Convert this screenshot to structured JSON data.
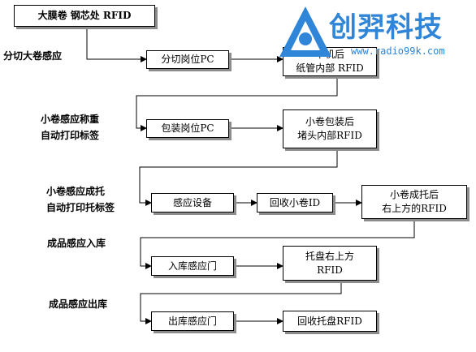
{
  "brand": {
    "name": "创羿科技",
    "url": "www.radio99k.com",
    "color": "#2f86d8"
  },
  "top_box": "大膜卷 钢芯处 RFID",
  "rows": [
    {
      "label": "分切大卷感应",
      "station": "分切岗位PC",
      "target": "下机后\n纸管内部 RFID"
    },
    {
      "label": "小卷感应称重\n自动打印标签",
      "station": "包装岗位PC",
      "target": "小卷包装后\n堵头内部RFID"
    },
    {
      "label": "小卷感应成托\n自动打印托标签",
      "station": "感应设备",
      "middle": "回收小卷ID",
      "target": "小卷成托后\n右上方的RFID"
    },
    {
      "label": "成品感应入库",
      "station": "入库感应门",
      "target": "托盘右上方\nRFID"
    },
    {
      "label": "成品感应出库",
      "station": "出库感应门",
      "target": "回收托盘RFID"
    }
  ]
}
